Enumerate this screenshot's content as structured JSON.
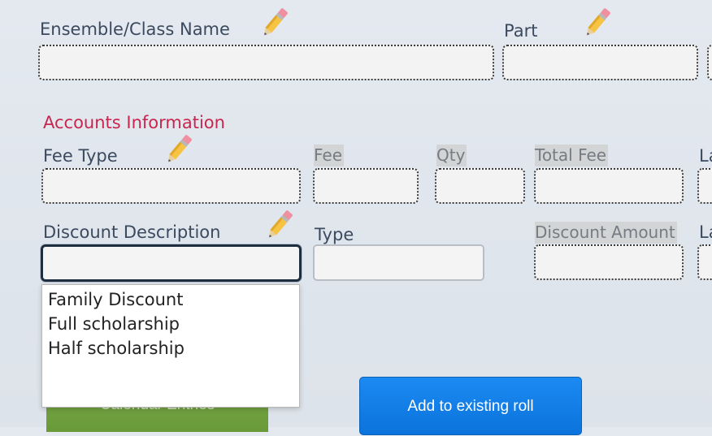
{
  "ensemble": {
    "name_label": "Ensemble/Class Name",
    "name_value": "",
    "part_label": "Part",
    "part_value": ""
  },
  "accounts": {
    "section_title": "Accounts Information",
    "fee_type_label": "Fee Type",
    "fee_type_value": "",
    "fee_label": "Fee",
    "qty_label": "Qty",
    "total_fee_label": "Total Fee",
    "right_label_1": "La",
    "discount_description_label": "Discount Description",
    "discount_description_value": "",
    "type_label": "Type",
    "type_value": "",
    "discount_amount_label": "Discount Amount",
    "right_label_2": "La"
  },
  "discount_dropdown": {
    "options": [
      "Family Discount",
      "Full scholarship",
      "Half scholarship"
    ]
  },
  "buttons": {
    "calendar_entries": "Calendar Entries",
    "add_to_existing_roll": "Add to existing roll"
  },
  "icons": {
    "edit": "pencil-icon"
  },
  "colors": {
    "section_title": "#c8264f",
    "primary_button": "#1282e8",
    "green_button": "#70a040"
  }
}
